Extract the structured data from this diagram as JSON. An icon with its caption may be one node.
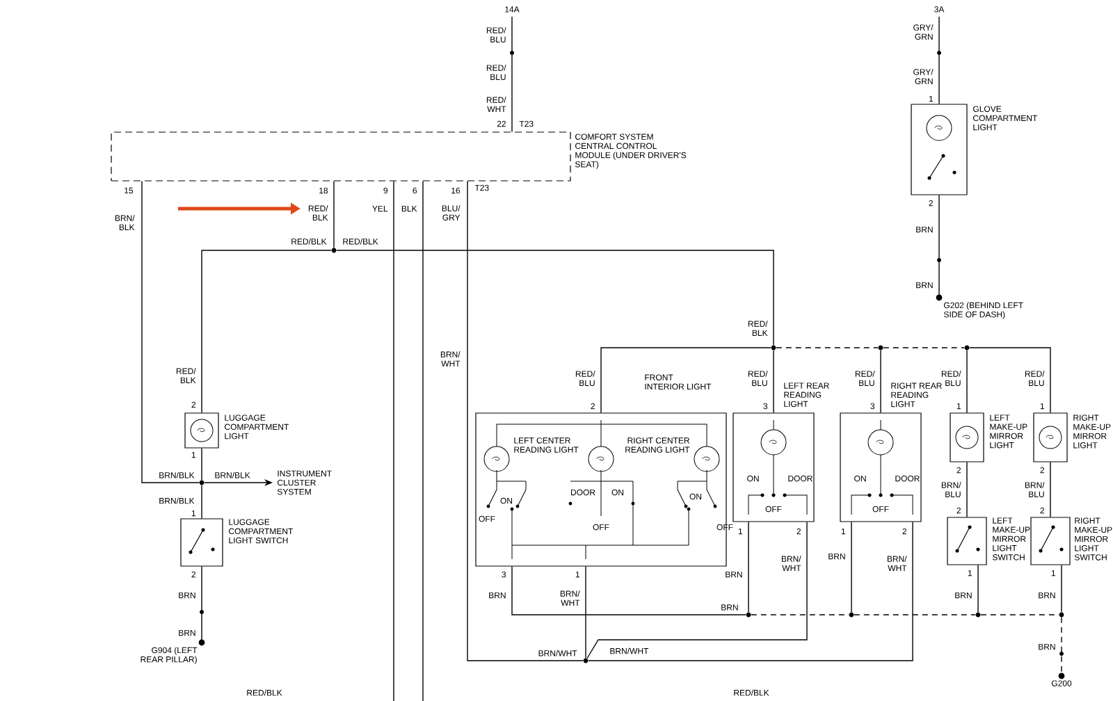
{
  "diagram": {
    "nodes": [
      {
        "text": [
          "COMFORT SYSTEM CENTRAL CONTROL MODULE (UNDER DRIVER'S SEAT)"
        ]
      },
      {
        "text": [
          "GLOVE COMPARTMENT LIGHT"
        ]
      },
      {
        "text": [],
        "shape": "circle"
      },
      {
        "text": [
          "G202 (BEHIND LEFT SIDE OF DASH)"
        ]
      },
      {
        "text": [],
        "shape": "circle"
      },
      {
        "text": [],
        "shape": "circle"
      },
      {
        "text": [],
        "shape": "circle"
      },
      {
        "text": [
          "LUGGAGE COMPARTMENT LIGHT"
        ]
      },
      {
        "text": [
          "FRONT INTERIOR LIGHT"
        ]
      },
      {
        "text": [
          "LEFT REAR READING LIGHT"
        ]
      },
      {
        "text": [
          "RIGHT REAR READING LIGHT"
        ]
      },
      {
        "text": [
          "LEFT MAKE-UP MIRROR LIGHT"
        ]
      },
      {
        "text": [
          "RIGHT MAKE-UP MIRROR LIGHT"
        ]
      },
      {
        "text": [],
        "shape": "circle"
      },
      {
        "text": [
          "INSTRUMENT CLUSTER SYSTEM"
        ]
      },
      {
        "text": [
          "LUGGAGE COMPARTMENT LIGHT SWITCH"
        ]
      },
      {
        "text": [
          "LEFT MAKE-UP MIRROR LIGHT SWITCH"
        ]
      },
      {
        "text": [
          "RIGHT MAKE-UP MIRROR LIGHT SWITCH"
        ]
      },
      {
        "text": [],
        "shape": "circle"
      },
      {
        "text": [],
        "shape": "circle"
      },
      {
        "text": [],
        "shape": "circle"
      },
      {
        "text": [],
        "shape": "circle"
      },
      {
        "text": [],
        "shape": "circle"
      },
      {
        "text": [
          "G904 (LEFT REAR PILLAR)"
        ]
      },
      {
        "text": [
          "G200"
        ]
      },
      {
        "text": [
          "14A"
        ]
      },
      {
        "text": [
          "3A"
        ]
      }
    ],
    "edges": [
      {
        "from": 25,
        "to": 0,
        "arrow": "none"
      },
      {
        "from": 26,
        "to": 1,
        "arrow": "none"
      },
      {
        "from": 1,
        "to": 3,
        "arrow": "none"
      },
      {
        "from": 0,
        "to": 2,
        "arrow": "none"
      },
      {
        "from": 2,
        "to": 7,
        "arrow": "none"
      },
      {
        "from": 2,
        "to": 4,
        "arrow": "none"
      },
      {
        "from": 4,
        "to": 8,
        "arrow": "none"
      },
      {
        "from": 4,
        "to": 9,
        "arrow": "none"
      },
      {
        "from": 4,
        "to": 5,
        "arrow": "none",
        "style": "dashed"
      },
      {
        "from": 5,
        "to": 10,
        "arrow": "none"
      },
      {
        "from": 5,
        "to": 6,
        "arrow": "none",
        "style": "dashed"
      },
      {
        "from": 6,
        "to": 11,
        "arrow": "none"
      },
      {
        "from": 6,
        "to": 12,
        "arrow": "none"
      },
      {
        "from": 0,
        "to": 13,
        "arrow": "none"
      },
      {
        "from": 7,
        "to": 13,
        "arrow": "none"
      },
      {
        "from": 13,
        "to": 15,
        "arrow": "none"
      },
      {
        "from": 13,
        "to": 14,
        "arrow": "to"
      },
      {
        "from": 15,
        "to": 23,
        "arrow": "none"
      },
      {
        "from": 11,
        "to": 16,
        "arrow": "none"
      },
      {
        "from": 12,
        "to": 17,
        "arrow": "none"
      },
      {
        "from": 0,
        "to": 22,
        "arrow": "none"
      },
      {
        "from": 22,
        "to": 8,
        "arrow": "none"
      },
      {
        "from": 22,
        "to": 9,
        "arrow": "none"
      },
      {
        "from": 22,
        "to": 10,
        "arrow": "none"
      },
      {
        "from": 8,
        "to": 18,
        "arrow": "none"
      },
      {
        "from": 9,
        "to": 18,
        "arrow": "none"
      },
      {
        "from": 18,
        "to": 19,
        "arrow": "none",
        "style": "dashed"
      },
      {
        "from": 10,
        "to": 19,
        "arrow": "none"
      },
      {
        "from": 19,
        "to": 20,
        "arrow": "none",
        "style": "dashed"
      },
      {
        "from": 16,
        "to": 20,
        "arrow": "none"
      },
      {
        "from": 20,
        "to": 21,
        "arrow": "none",
        "style": "dashed"
      },
      {
        "from": 17,
        "to": 21,
        "arrow": "none"
      },
      {
        "from": 21,
        "to": 24,
        "arrow": "none",
        "style": "dashed"
      },
      {
        "from": 0,
        "to": null,
        "arrow": "none"
      },
      {
        "from": 0,
        "to": null,
        "arrow": "none"
      }
    ],
    "labels": [
      "RED/ BLU",
      "RED/ BLU",
      "RED/ WHT",
      "22",
      "T23",
      "GRY/ GRN",
      "GRY/ GRN",
      "1",
      "15",
      "18",
      "9",
      "6",
      "16",
      "T23",
      "2",
      "BRN/ BLK",
      "RED/ BLK",
      "YEL",
      "BLK",
      "BLU/ GRY",
      "BRN",
      "RED/BLK",
      "RED/BLK",
      "BRN",
      "RED/ BLK",
      "BRN/ WHT",
      "RED/ BLK",
      "RED/ BLU",
      "RED/ BLU",
      "RED/ BLU",
      "RED/ BLU",
      "RED/ BLU",
      "2",
      "2",
      "3",
      "3",
      "1",
      "1",
      "LEFT CENTER READING LIGHT",
      "RIGHT CENTER READING LIGHT",
      "1",
      "2",
      "2",
      "BRN/BLK",
      "BRN/BLK",
      "BRN/ BLU",
      "BRN/ BLU",
      "ON",
      "DOOR",
      "ON",
      "DOOR",
      "BRN/BLK",
      "OFF",
      "ON",
      "DOOR",
      "ON",
      "OFF",
      "ON",
      "OFF",
      "OFF",
      "OFF",
      "2",
      "2",
      "1",
      "1",
      "2",
      "1",
      "2",
      "2",
      "3",
      "1",
      "1",
      "1",
      "BRN/ WHT",
      "BRN/ WHT",
      "BRN",
      "BRN",
      "BRN",
      "BRN",
      "BRN/ WHT",
      "BRN",
      "BRN",
      "BRN",
      "BRN",
      "BRN",
      "BRN/WHT",
      "BRN/WHT",
      "RED/BLK",
      "RED/BLK"
    ]
  }
}
